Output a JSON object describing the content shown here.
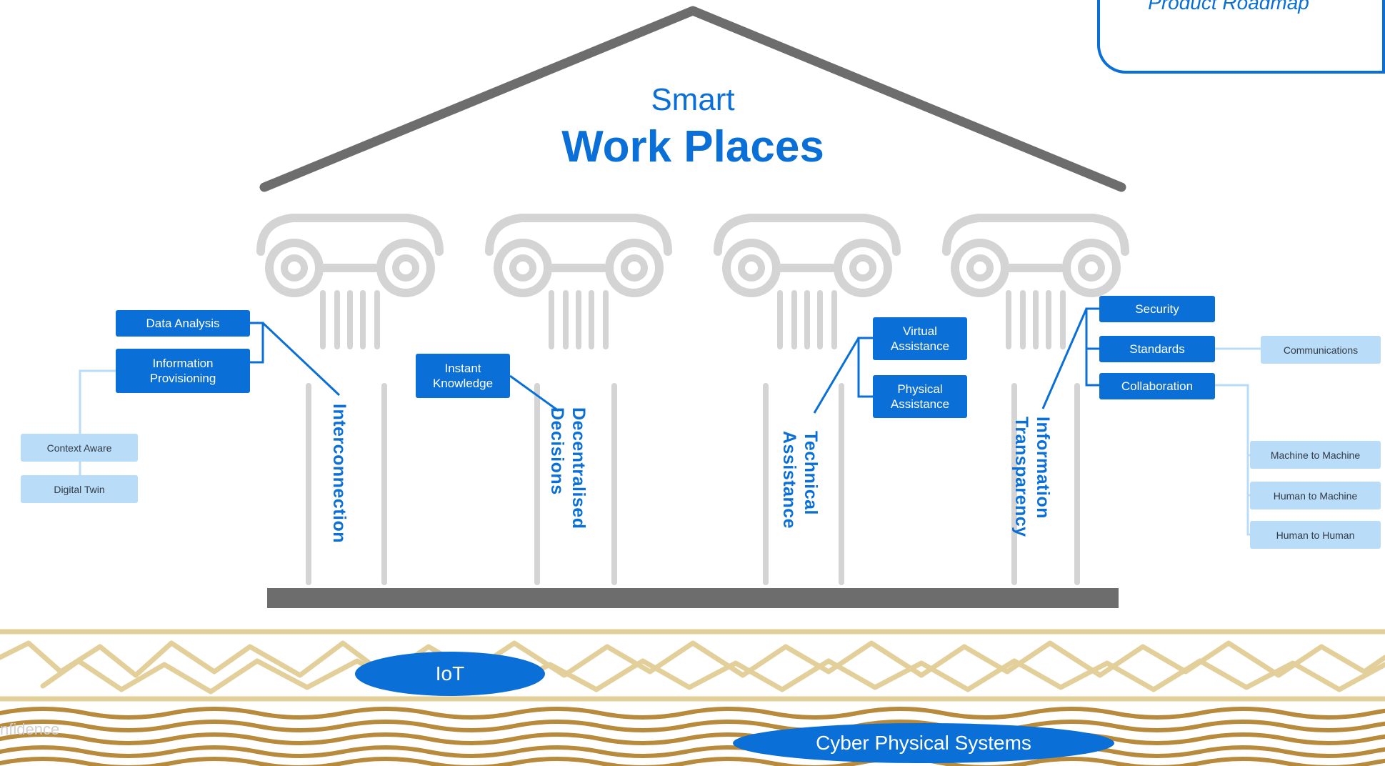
{
  "header": {
    "title_top": "Smart",
    "title_main": "Work Places",
    "roadmap_label": "Product Roadmap"
  },
  "pillars": [
    {
      "label": "Interconnection"
    },
    {
      "label": "Decentralised\nDecisions"
    },
    {
      "label": "Technical\nAssistance"
    },
    {
      "label": "Information\nTransparency"
    }
  ],
  "interconnection": {
    "data_analysis": "Data Analysis",
    "information_provisioning": "Information\nProvisioning",
    "context_aware": "Context Aware",
    "digital_twin": "Digital Twin"
  },
  "decentralised": {
    "instant_knowledge": "Instant\nKnowledge"
  },
  "technical": {
    "virtual_assistance": "Virtual\nAssistance",
    "physical_assistance": "Physical\nAssistance"
  },
  "transparency": {
    "security": "Security",
    "standards": "Standards",
    "collaboration": "Collaboration",
    "communications": "Communications",
    "machine_to_machine": "Machine to Machine",
    "human_to_machine": "Human to Machine",
    "human_to_human": "Human to Human"
  },
  "foundation": {
    "iot": "IoT",
    "cps": "Cyber Physical Systems",
    "watermark": "nfidence"
  },
  "colors": {
    "primary": "#0a6fd6",
    "light": "#b9dcf9",
    "roof": "#6d6d6d",
    "pillar": "#d4d4d4",
    "crack": "#e3cf9a",
    "wave": "#b88a3c"
  }
}
